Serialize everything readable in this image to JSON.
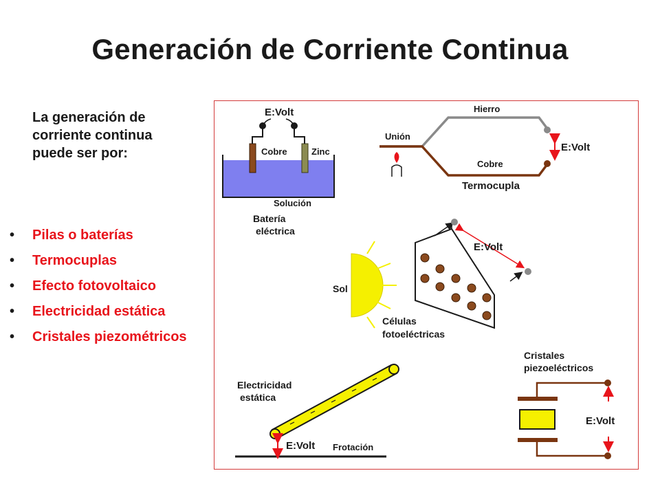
{
  "title": "Generación de Corriente Continua",
  "intro": "La generación de corriente continua puede ser por:",
  "bullets": [
    "Pilas o baterías",
    "Termocuplas",
    "Efecto fotovoltaico",
    "Electricidad estática",
    "Cristales piezométricos"
  ],
  "diagram": {
    "battery": {
      "volt": "E:Volt",
      "copper": "Cobre",
      "zinc": "Zinc",
      "solution": "Solución",
      "label_line1": "Batería",
      "label_line2": "eléctrica"
    },
    "thermocouple": {
      "iron": "Hierro",
      "junction": "Unión",
      "copper": "Cobre",
      "volt": "E:Volt",
      "label": "Termocupla"
    },
    "solar": {
      "sun": "Sol",
      "volt": "E:Volt",
      "label_line1": "Células",
      "label_line2": "fotoeléctricas"
    },
    "static": {
      "label_line1": "Electricidad",
      "label_line2": "estática",
      "volt": "E:Volt",
      "friction": "Frotación"
    },
    "piezo": {
      "label_line1": "Cristales",
      "label_line2": "piezoeléctricos",
      "volt": "E:Volt"
    }
  },
  "colors": {
    "title": "#1a1a1a",
    "bullet_text": "#e8141b",
    "panel_border": "#d33a3a",
    "solution": "#7f7fef",
    "copper_rod": "#8b4a1e",
    "zinc_rod": "#8c8c52",
    "wire_brown": "#7a3510",
    "sun": "#f5f000",
    "crystal": "#f5f000",
    "arrow_red": "#e8141b"
  }
}
